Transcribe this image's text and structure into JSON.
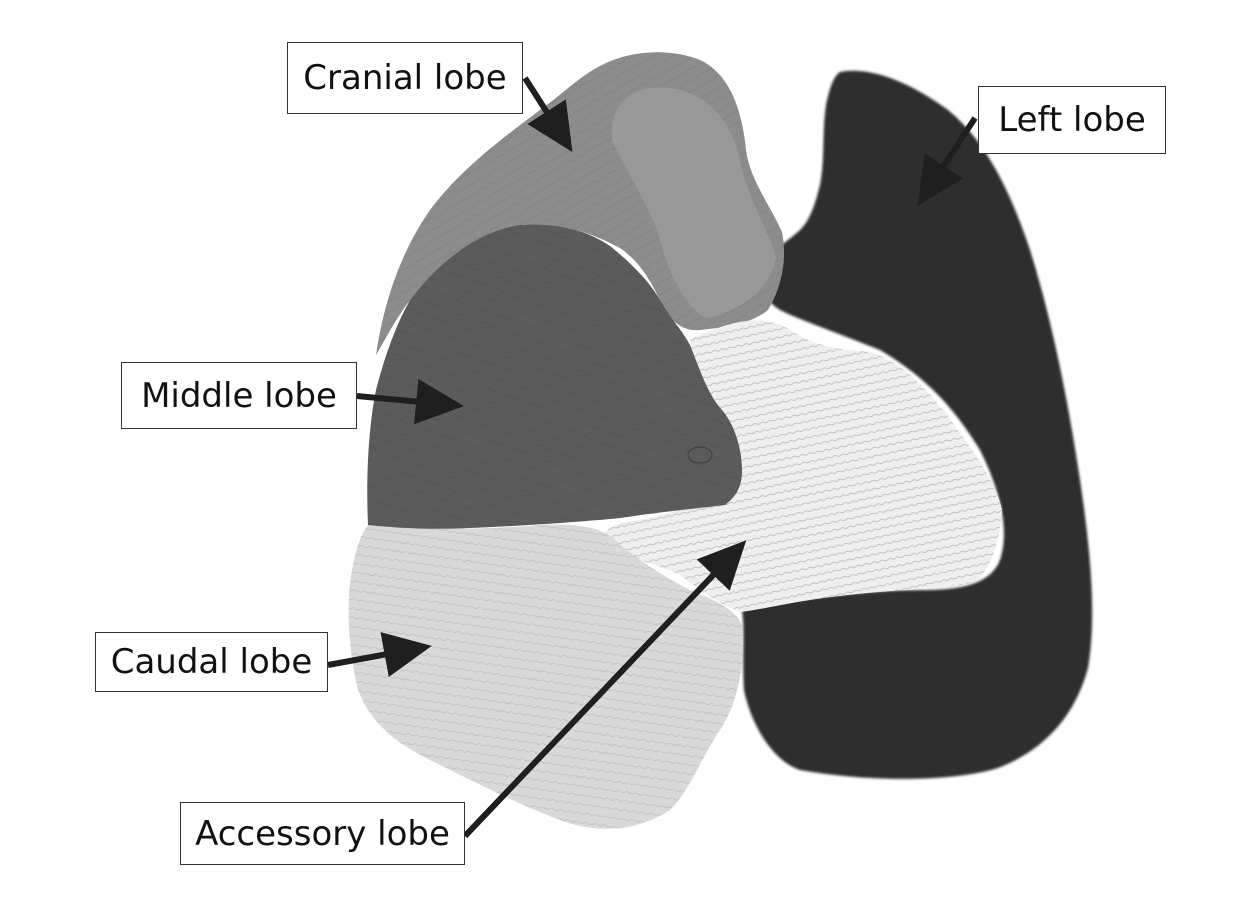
{
  "labels": {
    "cranial": "Cranial lobe",
    "left": "Left lobe",
    "middle": "Middle lobe",
    "caudal": "Caudal lobe",
    "accessory": "Accessory lobe"
  },
  "colors": {
    "cranial_lobe": "#8a8a8a",
    "middle_lobe": "#5a5a5a",
    "left_lobe": "#2e2e2e",
    "caudal_lobe": "#d8d8d8",
    "accessory_lobe": "#eeeeee",
    "arrow": "#1f1f1f"
  }
}
